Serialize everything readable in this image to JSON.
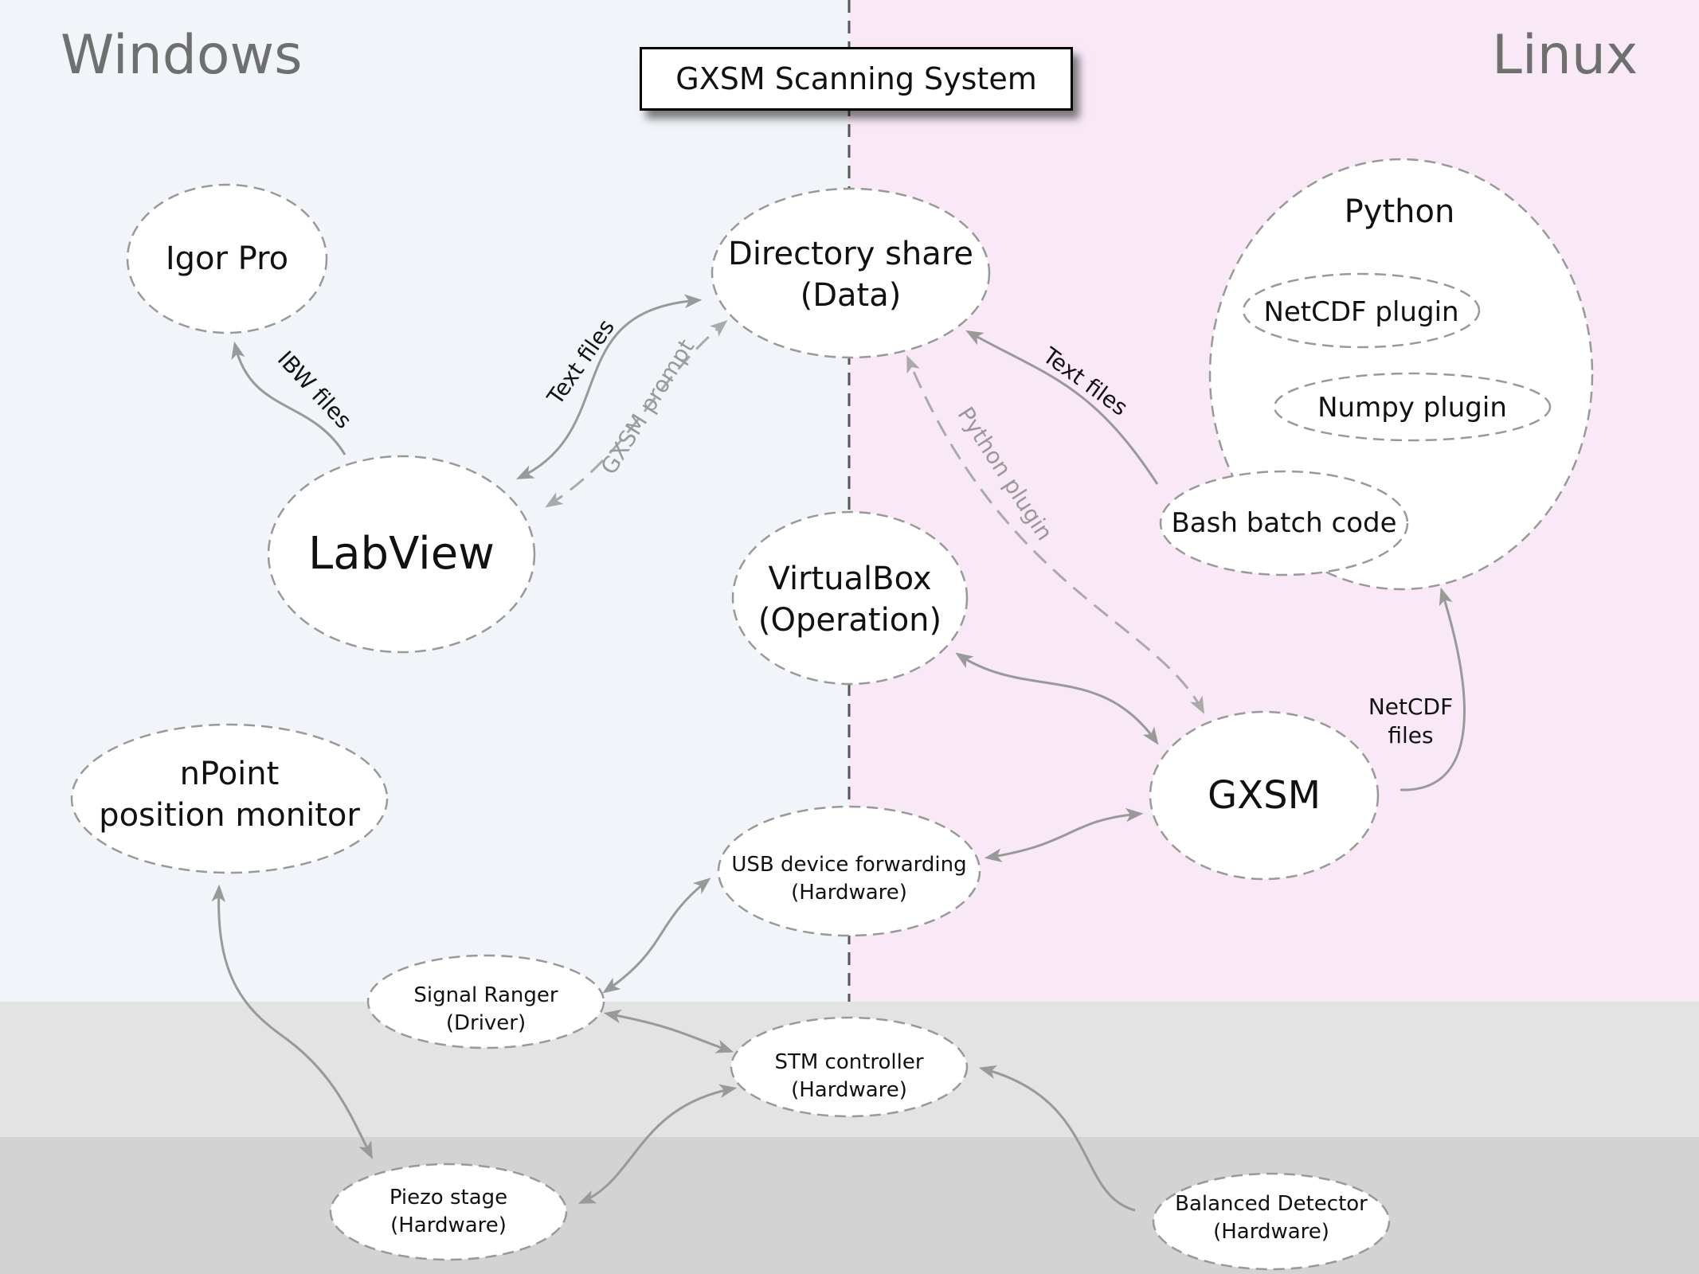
{
  "title": "GXSM Scanning System",
  "os": {
    "left": "Windows",
    "right": "Linux"
  },
  "nodes": {
    "igor": {
      "line1": "Igor Pro"
    },
    "labview": {
      "line1": "LabView"
    },
    "dirshare": {
      "line1": "Directory share",
      "line2": "(Data)"
    },
    "virtualbox": {
      "line1": "VirtualBox",
      "line2": "(Operation)"
    },
    "python": {
      "line1": "Python"
    },
    "netcdf_plugin": {
      "line1": "NetCDF plugin"
    },
    "numpy_plugin": {
      "line1": "Numpy plugin"
    },
    "bash": {
      "line1": "Bash batch code"
    },
    "gxsm": {
      "line1": "GXSM"
    },
    "npoint": {
      "line1": "nPoint",
      "line2": "position monitor"
    },
    "usb": {
      "line1": "USB device forwarding",
      "line2": "(Hardware)"
    },
    "signal_ranger": {
      "line1": "Signal Ranger",
      "line2": "(Driver)"
    },
    "stm": {
      "line1": "STM controller",
      "line2": "(Hardware)"
    },
    "piezo": {
      "line1": "Piezo stage",
      "line2": "(Hardware)"
    },
    "balanced": {
      "line1": "Balanced Detector",
      "line2": "(Hardware)"
    }
  },
  "edges": {
    "ibw_files": "IBW files",
    "text_files_left": "Text files",
    "gxsm_prompt": "GXSM prompt",
    "text_files_right": "Text files",
    "python_plugin": "Python plugin",
    "netcdf_files_1": "NetCDF",
    "netcdf_files_2": "files"
  },
  "colors": {
    "windows_bg": "#f1f4f9",
    "linux_bg": "#f9e9f7",
    "driver_band": "#e3e3e3",
    "hardware_band": "#d3d3d3",
    "arrow": "#999999",
    "node_border": "#999999"
  }
}
